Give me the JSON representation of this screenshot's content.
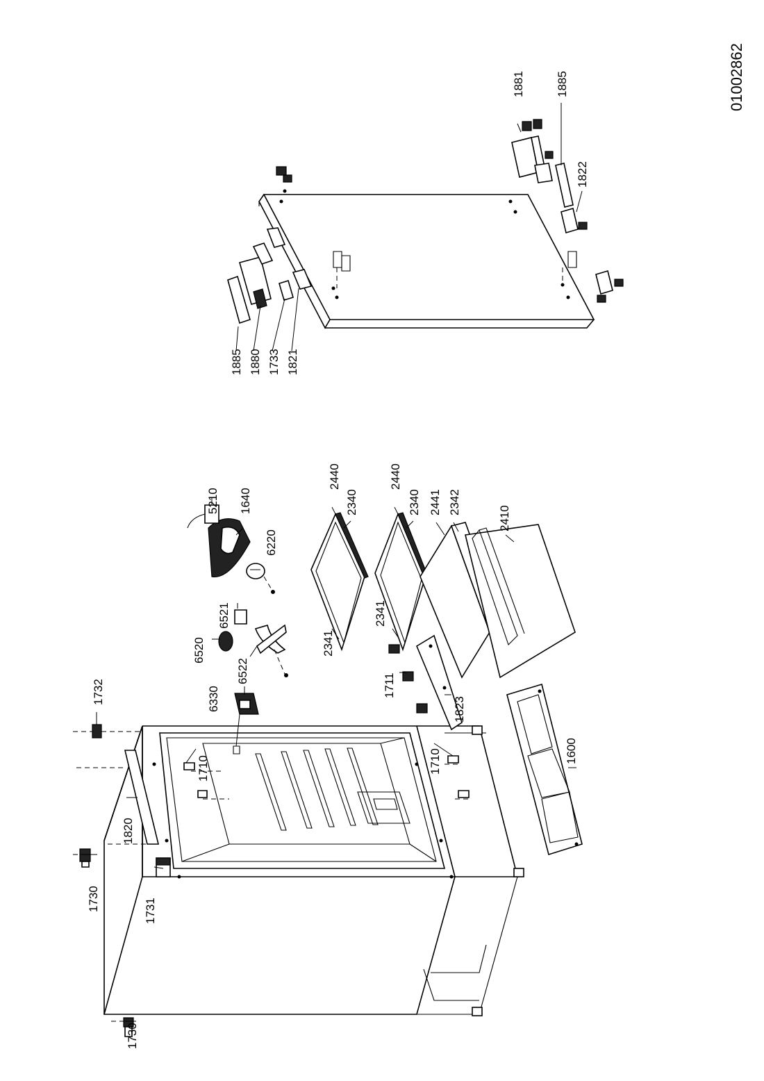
{
  "document_number": "01002862",
  "part_labels": {
    "p1730a": "1730",
    "p1730b": "1730",
    "p1731": "1731",
    "p1820": "1820",
    "p1732": "1732",
    "p1710a": "1710",
    "p1710b": "1710",
    "p6330": "6330",
    "p6522": "6522",
    "p6520": "6520",
    "p6521": "6521",
    "p6220": "6220",
    "p1640": "1640",
    "p5210": "5210",
    "p1711": "1711",
    "p1823": "1823",
    "p1600": "1600",
    "p2341a": "2341",
    "p2341b": "2341",
    "p2340a": "2340",
    "p2440a": "2440",
    "p2440b": "2440",
    "p2340b": "2340",
    "p2441": "2441",
    "p2342": "2342",
    "p2410": "2410",
    "p1885a": "1885",
    "p1880": "1880",
    "p1733": "1733",
    "p1821": "1821",
    "p1881": "1881",
    "p1885b": "1885",
    "p1822": "1822"
  }
}
